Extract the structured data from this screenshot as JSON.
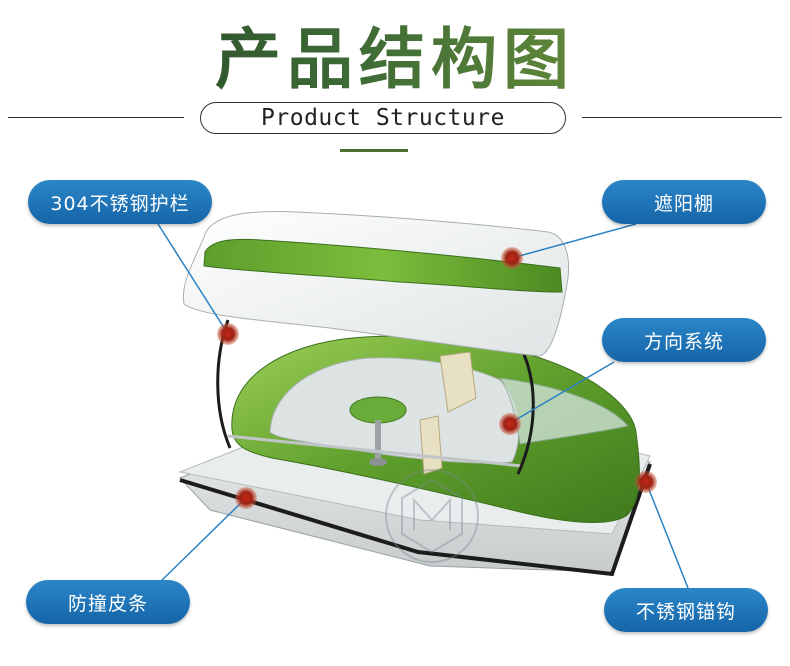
{
  "header": {
    "title_cn": "产品结构图",
    "subtitle_en": "Product Structure"
  },
  "callouts": {
    "railing": "304不锈钢护栏",
    "canopy": "遮阳棚",
    "steering": "方向系统",
    "bumper": "防撞皮条",
    "anchor": "不锈钢锚钩"
  },
  "colors": {
    "callout_bg": "#1a6fb5",
    "hull_green": "#6aa83a",
    "marker_red": "#b8281c"
  }
}
